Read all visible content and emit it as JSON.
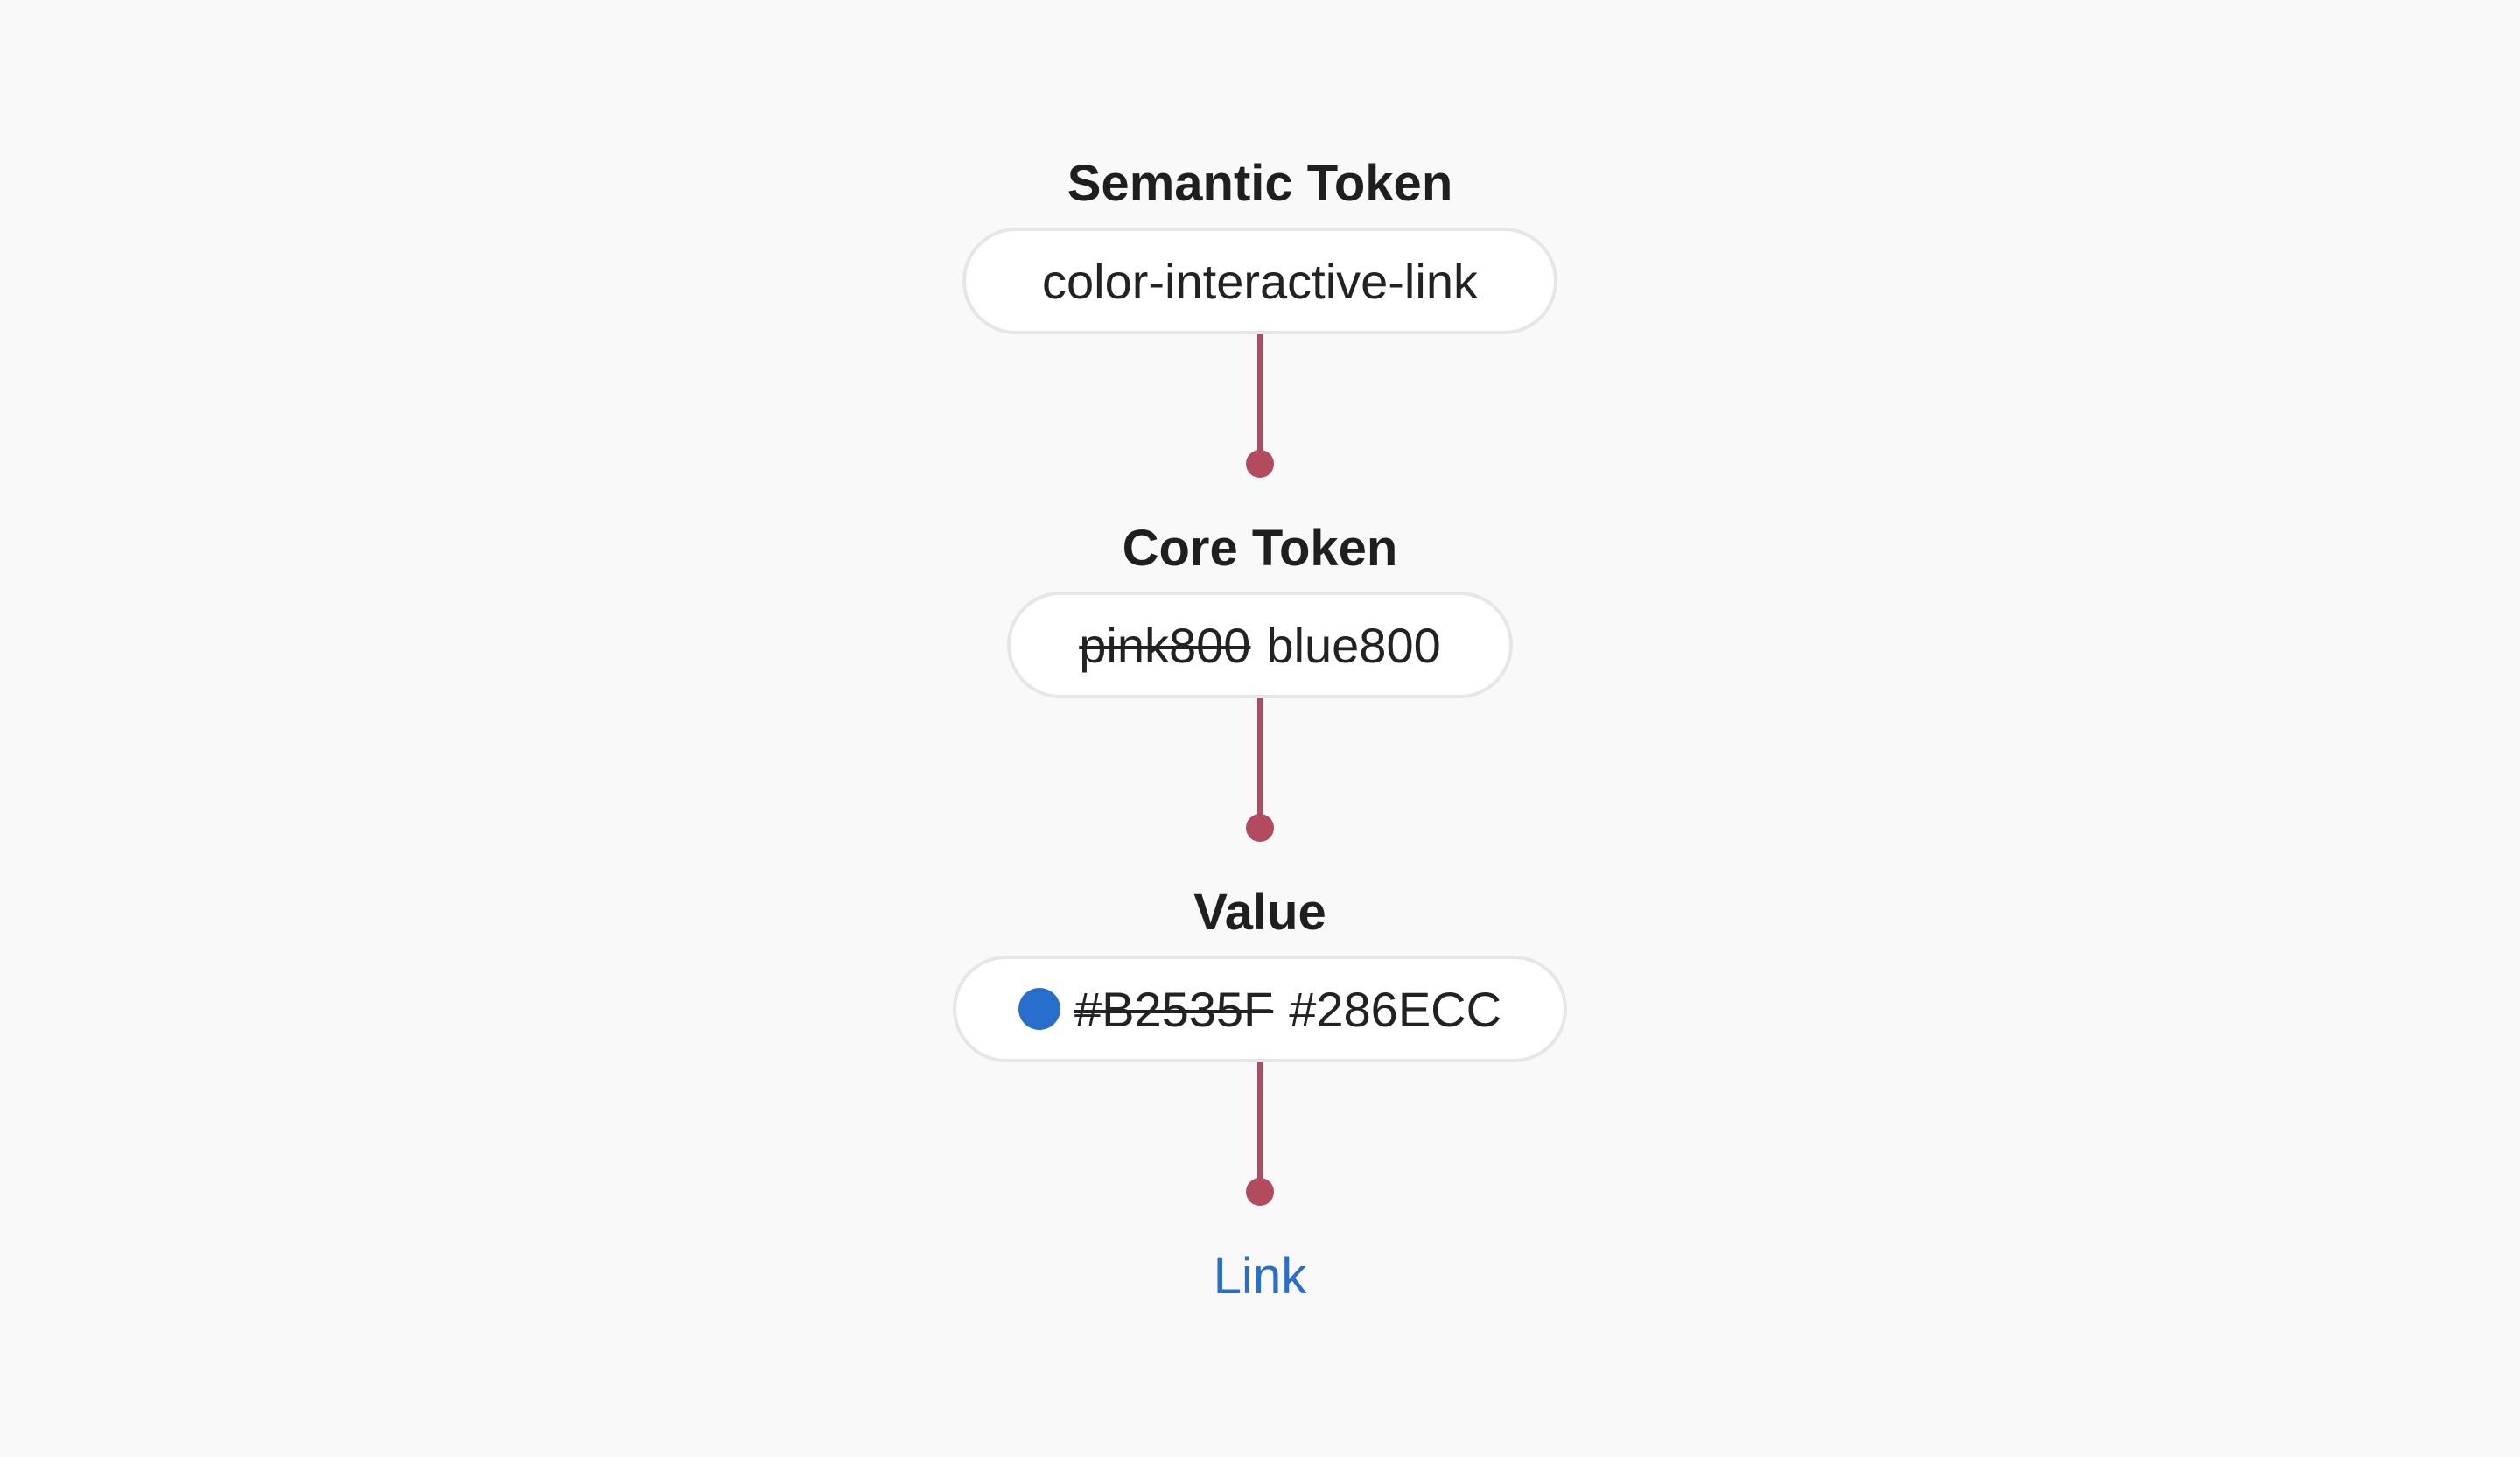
{
  "colors": {
    "background": "#f9f9f9",
    "connector": "#b34b5f",
    "link": "#286ECC",
    "swatch": "#286ECC"
  },
  "semantic": {
    "heading": "Semantic Token",
    "token": "color-interactive-link"
  },
  "core": {
    "heading": "Core Token",
    "old_token": "pink800",
    "new_token": "blue800"
  },
  "value": {
    "heading": "Value",
    "swatch_icon": "color-swatch-icon",
    "old_value": "#B2535F",
    "new_value": "#286ECC"
  },
  "result": {
    "link_label": "Link"
  }
}
